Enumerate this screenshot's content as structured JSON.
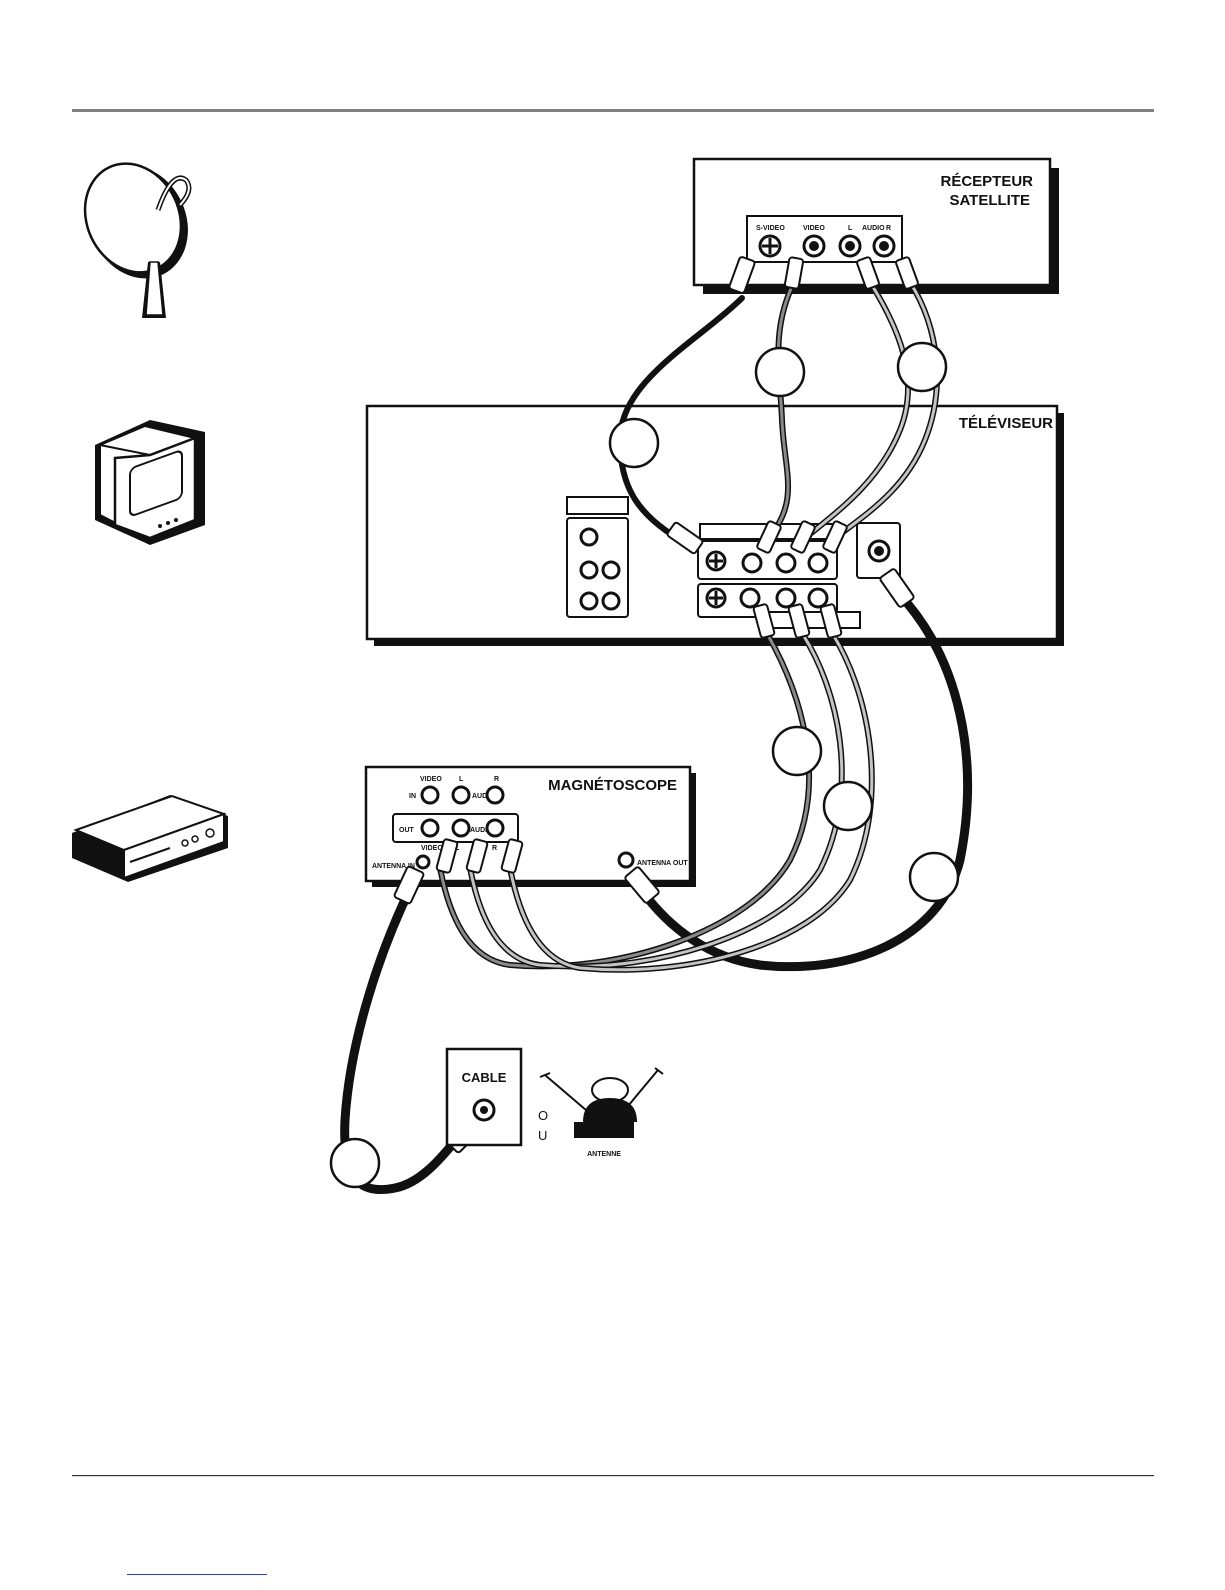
{
  "devices": {
    "satellite": {
      "title_line1": "RÉCEPTEUR",
      "title_line2": "SATELLITE"
    },
    "tv": {
      "title": "TÉLÉVISEUR"
    },
    "vcr": {
      "title": "MAGNÉTOSCOPE"
    },
    "cable": {
      "title": "CABLE"
    },
    "antenna": {
      "title": "ANTENNE"
    },
    "or_text": [
      "O",
      "U"
    ]
  },
  "satellite_jacks": {
    "svideo": "S-VIDEO",
    "video": "VIDEO",
    "l": "L",
    "audio": "AUDIO",
    "r": "R"
  },
  "vcr_jacks": {
    "video_in": "VIDEO",
    "in": "IN",
    "l_in": "L",
    "audio_in": "AUDIO",
    "r_in": "R",
    "out": "OUT",
    "video_out": "VIDEO",
    "audio_out": "AUDIO",
    "l_out": "L",
    "r_out": "R",
    "antenna_in": "ANTENNA IN",
    "antenna_out": "ANTENNA OUT"
  },
  "icons": [
    "satellite-dish-icon",
    "television-icon",
    "vcr-icon"
  ],
  "colors": {
    "ink": "#111111",
    "cable_black": "#1a1a1a",
    "cable_gray_dark": "#8a8a8a",
    "cable_gray_light": "#c4c4c4",
    "rule": "#808080"
  }
}
